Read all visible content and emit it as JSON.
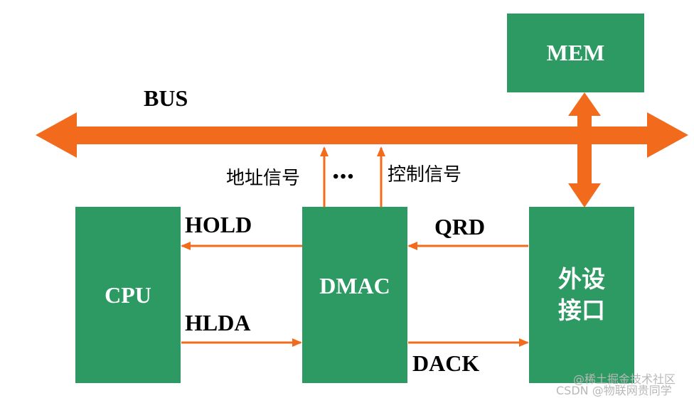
{
  "colors": {
    "box": "#2e9a63",
    "bus": "#f26b1d",
    "arrow": "#f26b1d",
    "text": "#000000"
  },
  "blocks": {
    "mem": "MEM",
    "cpu": "CPU",
    "dmac": "DMAC",
    "peripheral_line1": "外设",
    "peripheral_line2": "接口"
  },
  "labels": {
    "bus": "BUS",
    "address_signal": "地址信号",
    "ellipsis": "•••",
    "control_signal": "控制信号",
    "hold": "HOLD",
    "hlda": "HLDA",
    "qrd": "QRD",
    "dack": "DACK"
  },
  "watermark": {
    "line1": "@稀土掘金技术社区",
    "line2": "CSDN @物联网贵同学"
  }
}
